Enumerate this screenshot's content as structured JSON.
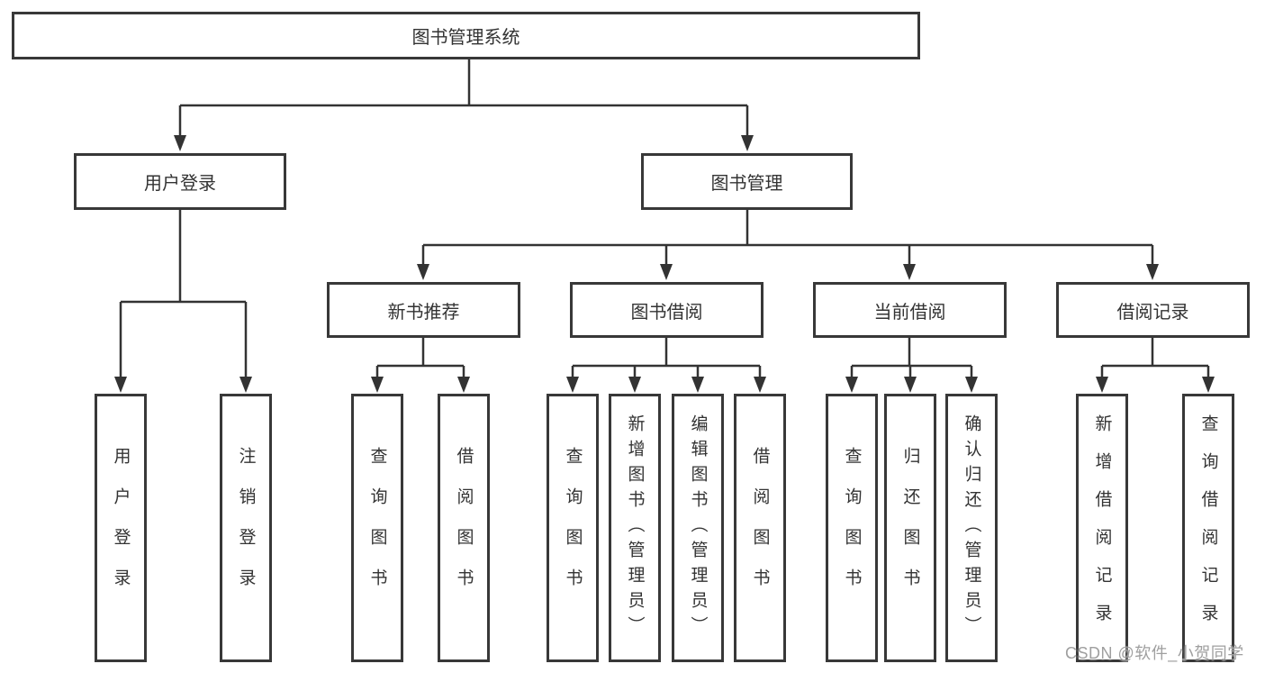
{
  "diagram": {
    "title": "图书管理系统",
    "type": "hierarchy-tree",
    "colors": {
      "line": "#333333",
      "border": "#383838",
      "text": "#333333",
      "background": "#ffffff",
      "watermark": "#9f9f9f"
    },
    "root": {
      "label": "图书管理系统"
    },
    "level2": [
      {
        "label": "用户登录"
      },
      {
        "label": "图书管理"
      }
    ],
    "level3": [
      {
        "label": "新书推荐",
        "parent": "图书管理"
      },
      {
        "label": "图书借阅",
        "parent": "图书管理"
      },
      {
        "label": "当前借阅",
        "parent": "图书管理"
      },
      {
        "label": "借阅记录",
        "parent": "图书管理"
      }
    ],
    "leaves": [
      {
        "label": "用户登录",
        "parent": "用户登录"
      },
      {
        "label": "注销登录",
        "parent": "用户登录"
      },
      {
        "label": "查询图书",
        "parent": "新书推荐"
      },
      {
        "label": "借阅图书",
        "parent": "新书推荐"
      },
      {
        "label": "查询图书",
        "parent": "图书借阅"
      },
      {
        "label": "新增图书（管理员）",
        "parent": "图书借阅"
      },
      {
        "label": "编辑图书（管理员）",
        "parent": "图书借阅"
      },
      {
        "label": "借阅图书",
        "parent": "图书借阅"
      },
      {
        "label": "查询图书",
        "parent": "当前借阅"
      },
      {
        "label": "归还图书",
        "parent": "当前借阅"
      },
      {
        "label": "确认归还（管理员）",
        "parent": "当前借阅"
      },
      {
        "label": "新增借阅记录",
        "parent": "借阅记录"
      },
      {
        "label": "查询借阅记录",
        "parent": "借阅记录"
      }
    ],
    "watermark": "CSDN @软件_小贺同学"
  }
}
